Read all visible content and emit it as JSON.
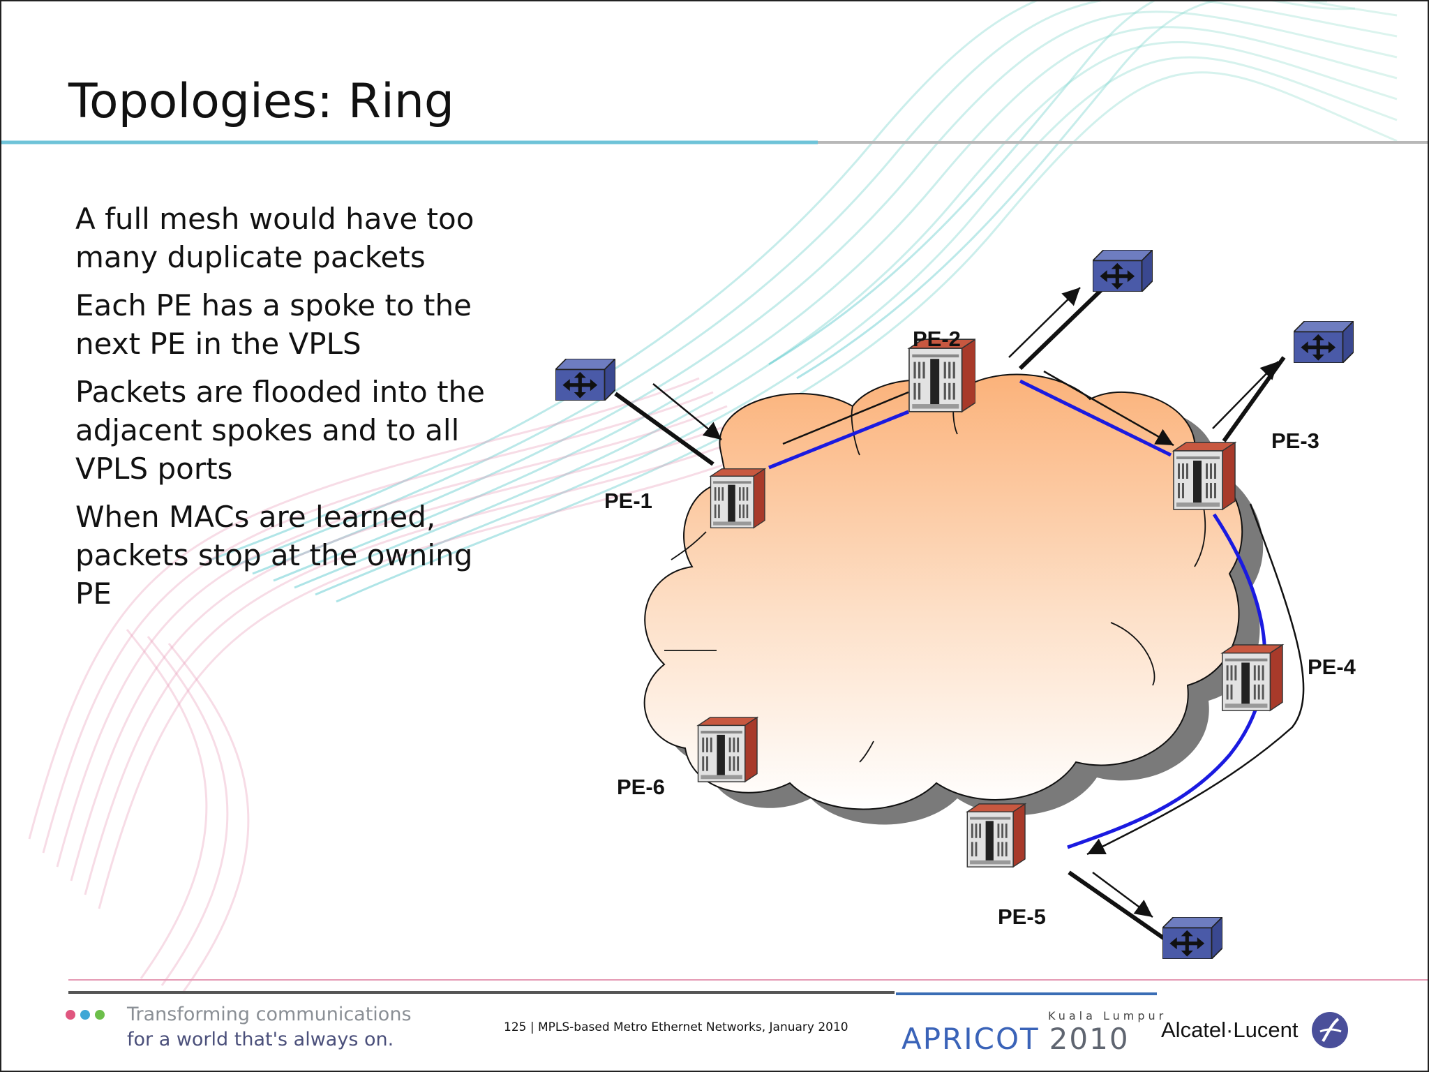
{
  "slide": {
    "title": "Topologies: Ring",
    "bullets": [
      "A full mesh would have too many duplicate packets",
      "Each PE has a spoke to the next PE in the VPLS",
      "Packets are flooded into the adjacent spokes and to all VPLS ports",
      "When MACs are learned, packets stop at the owning PE"
    ]
  },
  "diagram": {
    "nodes": [
      {
        "id": "pe1",
        "label": "PE-1"
      },
      {
        "id": "pe2",
        "label": "PE-2"
      },
      {
        "id": "pe3",
        "label": "PE-3"
      },
      {
        "id": "pe4",
        "label": "PE-4"
      },
      {
        "id": "pe5",
        "label": "PE-5"
      },
      {
        "id": "pe6",
        "label": "PE-6"
      }
    ]
  },
  "footer": {
    "tagline_1": "Transforming communications",
    "tagline_2": "for a world that's always on.",
    "page_info": "125 | MPLS-based Metro Ethernet Networks, January 2010",
    "event_name": "APRICOT",
    "event_year": "2010",
    "event_city": "Kuala Lumpur",
    "brand": "Alcatel·Lucent"
  },
  "colors": {
    "ring_path": "#1a1ae0",
    "cloud_top": "#fbb27a",
    "switch_blue": "#4a5aa8",
    "pe_red": "#b84030"
  }
}
